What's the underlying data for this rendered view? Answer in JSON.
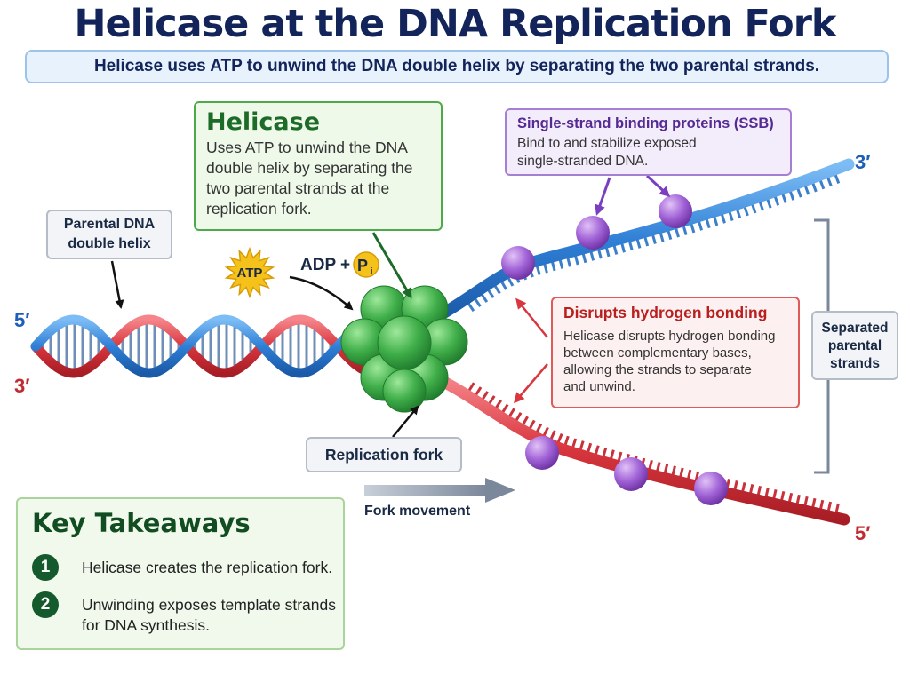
{
  "title": "Helicase at the DNA Replication Fork",
  "subtitle": "Helicase uses ATP to unwind the DNA double helix by separating the two parental strands.",
  "helicase_box": {
    "title": "Helicase",
    "lines": [
      "Uses ATP to unwind the DNA",
      "double helix by separating the",
      "two parental strands at the",
      "replication fork."
    ]
  },
  "ssb_box": {
    "title": "Single-strand binding proteins (SSB)",
    "lines": [
      "Bind to and stabilize exposed",
      "single-stranded DNA."
    ]
  },
  "parental_label": {
    "lines": [
      "Parental DNA",
      "double helix"
    ]
  },
  "atp": {
    "atp_label": "ATP",
    "adp_text": "ADP +",
    "pi_main": "P",
    "pi_sub": "i"
  },
  "hbond_box": {
    "title": "Disrupts hydrogen bonding",
    "lines": [
      "Helicase disrupts hydrogen bonding",
      "between complementary bases,",
      "allowing the strands to separate",
      "and unwind."
    ]
  },
  "separated_label": {
    "lines": [
      "Separated",
      "parental",
      "strands"
    ]
  },
  "fork_label": "Replication fork",
  "fork_movement": "Fork movement",
  "strand_labels": {
    "left_top": "5′",
    "left_bottom": "3′",
    "right_top": "3′",
    "right_bottom": "5′"
  },
  "key_takeaways": {
    "title": "Key Takeaways",
    "items": [
      {
        "num": "1",
        "lines": [
          "Helicase creates the replication fork."
        ]
      },
      {
        "num": "2",
        "lines": [
          "Unwinding exposes template strands",
          "for DNA synthesis."
        ]
      }
    ]
  },
  "colors": {
    "title": "#12245a",
    "blue_strand": "#2f7fd6",
    "red_strand": "#d9363e",
    "helicase": "#3fae49",
    "ssb": "#9b59d0",
    "atp": "#f5c21b",
    "arrow_grey": "#8a96a8"
  }
}
